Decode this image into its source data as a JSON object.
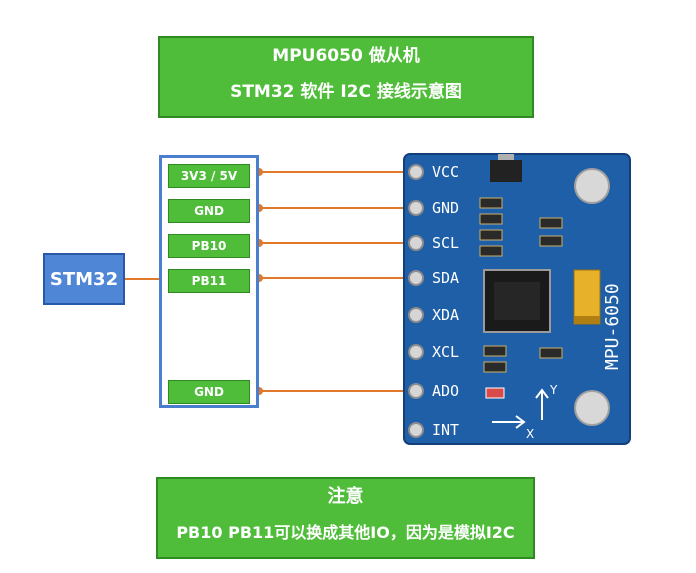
{
  "title": {
    "line1": "MPU6050 做从机",
    "line2": "STM32 软件 I2C 接线示意图"
  },
  "host": {
    "label": "STM32"
  },
  "connector_pins": [
    "3V3 / 5V",
    "GND",
    "PB10",
    "PB11",
    "GND"
  ],
  "module": {
    "name": "MPU-6050",
    "pins": [
      "VCC",
      "GND",
      "SCL",
      "SDA",
      "XDA",
      "XCL",
      "ADO",
      "INT"
    ],
    "axis_labels": {
      "x": "X",
      "y": "Y"
    },
    "board_color": "#1f5fa8"
  },
  "note": {
    "heading": "注意",
    "text": "PB10 PB11可以换成其他IO，因为是模拟I2C"
  },
  "colors": {
    "banner": "#4fbd3a",
    "wire": "#e07a2a",
    "connector_border": "#4a7fd0",
    "host_box": "#4f86d6"
  }
}
